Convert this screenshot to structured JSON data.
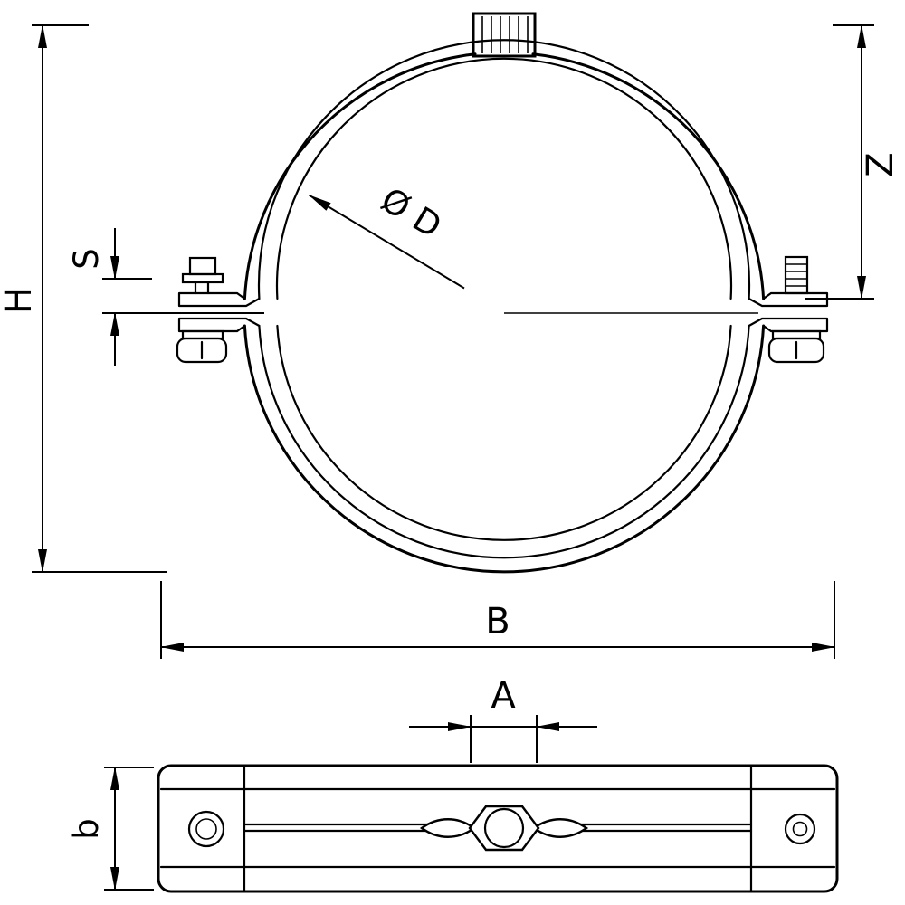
{
  "drawing": {
    "type": "technical-drawing",
    "subject": "pipe clamp with rubber lining, front view and side view",
    "colors": {
      "line": "#000000",
      "background": "#ffffff"
    },
    "labels": {
      "H": "H",
      "S": "S",
      "Z": "Z",
      "B": "B",
      "A": "A",
      "b": "b",
      "diameter": "Ø D"
    }
  }
}
